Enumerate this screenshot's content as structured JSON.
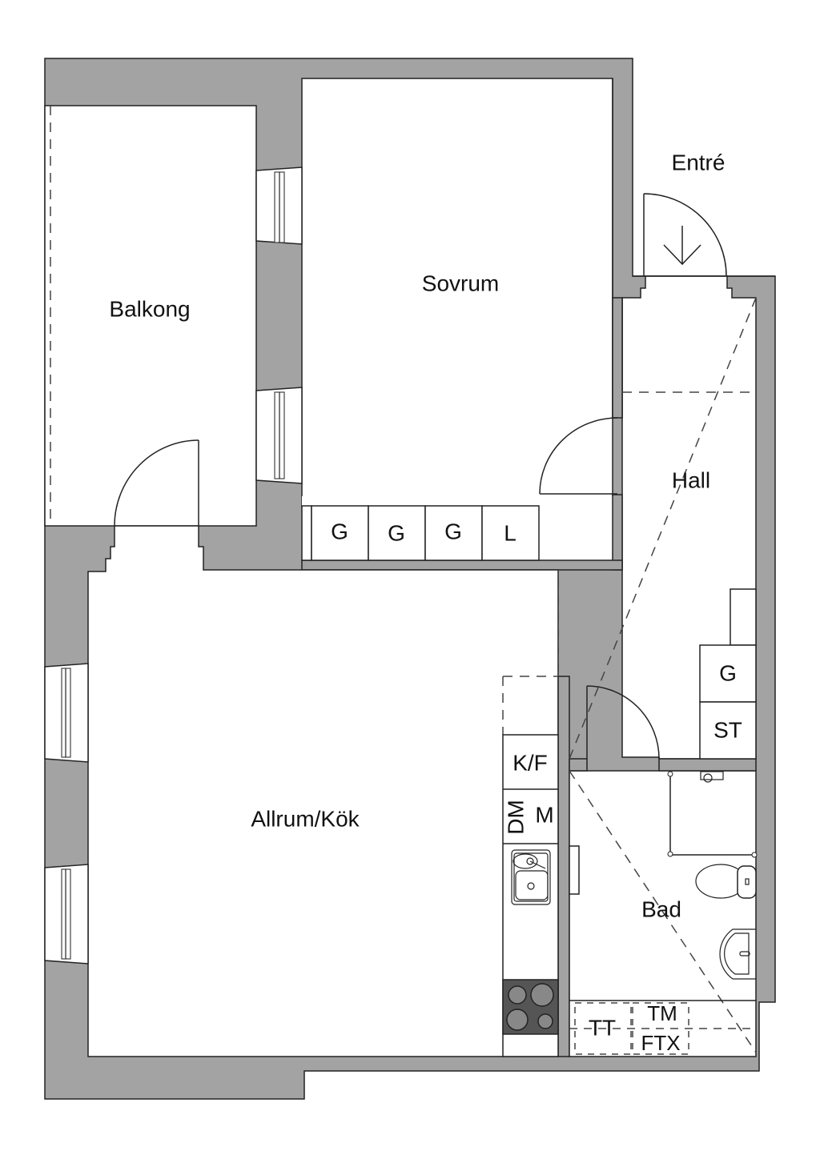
{
  "plan": {
    "rooms": {
      "balcony": "Balkong",
      "bedroom": "Sovrum",
      "entrance": "Entré",
      "hall": "Hall",
      "living_kitchen": "Allrum/Kök",
      "bathroom": "Bad"
    },
    "wardrobes_bedroom": [
      "G",
      "G",
      "G",
      "L"
    ],
    "hall_storage": [
      "G",
      "ST"
    ],
    "kitchen_units": {
      "fridge_freezer": "K/F",
      "dishwasher": "DM",
      "microwave": "M"
    },
    "laundry": {
      "dryer": "TT",
      "washer": "TM",
      "ventilation": "FTX"
    },
    "icons": {
      "entry_arrow": "arrow-down-icon"
    },
    "colors": {
      "wall": "#a3a3a3",
      "stove": "#555555",
      "line": "#222222"
    }
  }
}
